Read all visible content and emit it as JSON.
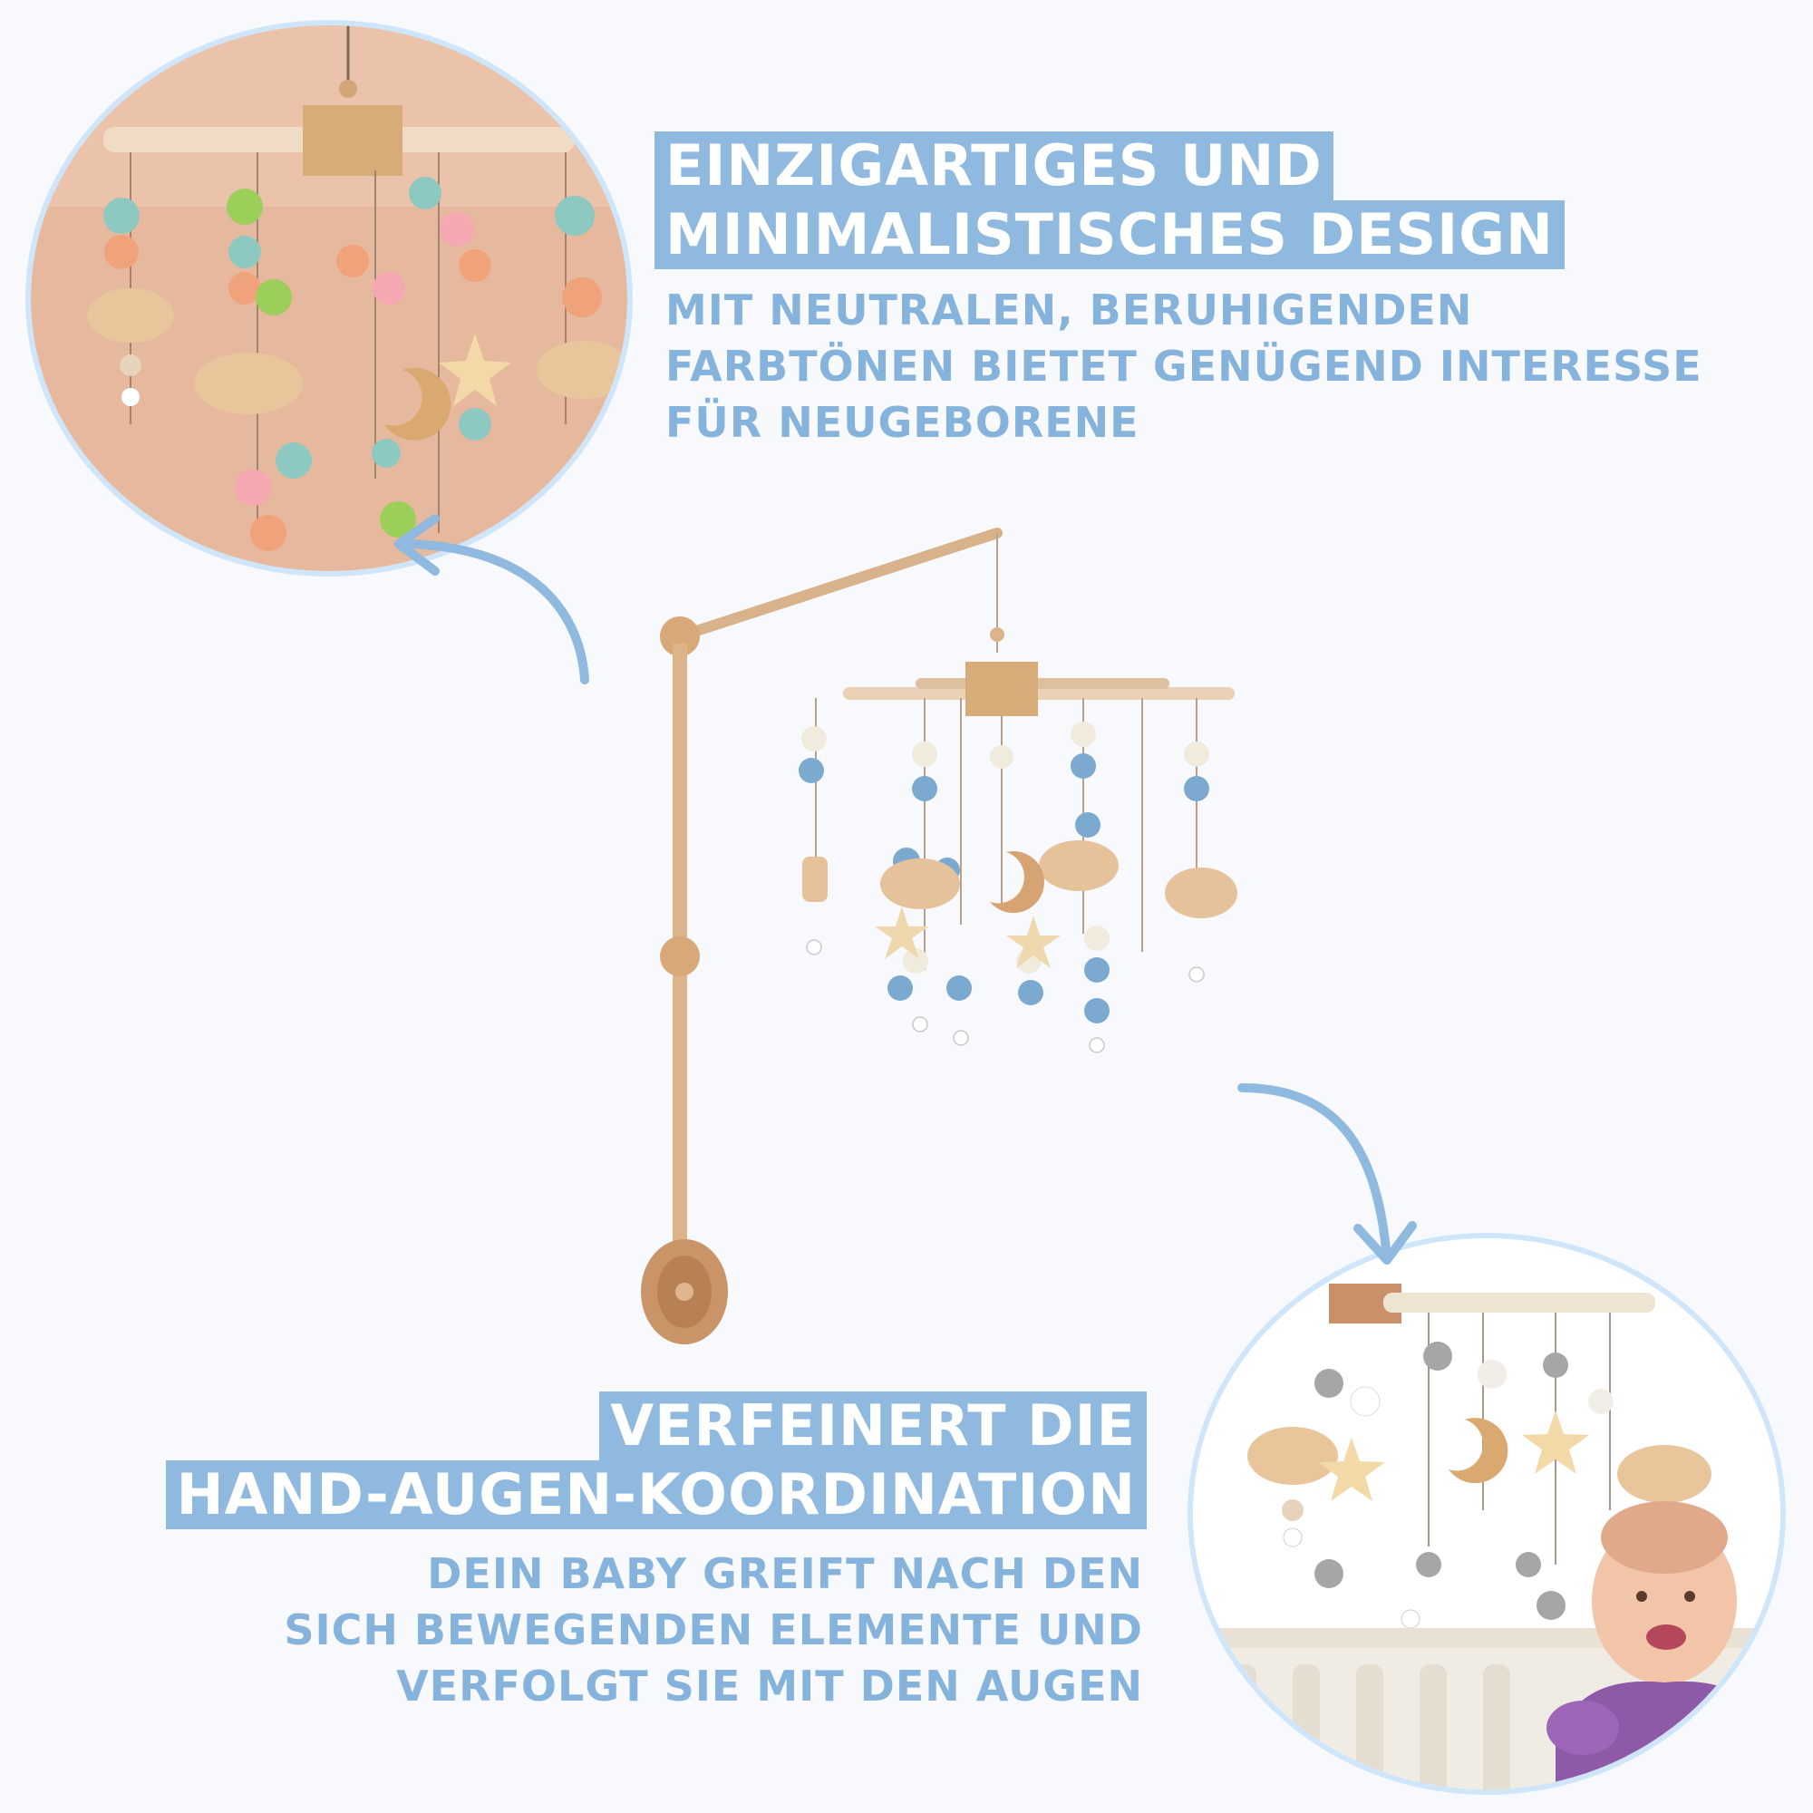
{
  "feature_top": {
    "title_lines": [
      "EINZIGARTIGES UND",
      "MINIMALISTISCHES DESIGN"
    ],
    "body_lines": [
      "MIT NEUTRALEN, BERUHIGENDEN",
      "FARBTÖNEN BIETET GENÜGEND INTERESSE",
      "FÜR NEUGEBORENE"
    ]
  },
  "feature_bottom": {
    "title_lines": [
      "VERFEINERT DIE",
      "HAND-AUGEN-KOORDINATION"
    ],
    "body_lines": [
      "DEIN BABY GREIFT NACH DEN",
      "SICH BEWEGENDEN ELEMENTE UND",
      "VERFOLGT SIE MIT DEN AUGEN"
    ]
  },
  "colors": {
    "background": "#f7f9fc",
    "accent": "#8fb9de",
    "subtext": "#86b3dc",
    "circle_border": "#cfe6fa"
  },
  "icons": [
    "arrow-curved-up-left-icon",
    "arrow-curved-down-icon"
  ]
}
